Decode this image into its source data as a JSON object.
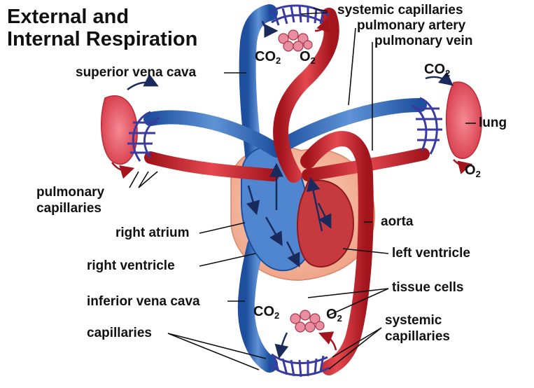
{
  "title": {
    "line1": "External and",
    "line2": "Internal Respiration"
  },
  "labels": {
    "systemic_capillaries_top": "systemic capillaries",
    "pulmonary_artery": "pulmonary artery",
    "pulmonary_vein": "pulmonary vein",
    "superior_vena_cava": "superior vena cava",
    "lung": "lung",
    "pulmonary_capillaries_1": "pulmonary",
    "pulmonary_capillaries_2": "capillaries",
    "right_atrium": "right atrium",
    "aorta": "aorta",
    "right_ventricle": "right ventricle",
    "left_ventricle": "left ventricle",
    "inferior_vena_cava": "inferior vena cava",
    "tissue_cells": "tissue cells",
    "capillaries": "capillaries",
    "systemic_capillaries_bottom_1": "systemic",
    "systemic_capillaries_bottom_2": "capillaries"
  },
  "gases": {
    "co2_base": "CO",
    "co2_sub": "2",
    "o2_base": "O",
    "o2_sub": "2"
  },
  "colors": {
    "oxygenated": "#c8242c",
    "deoxygenated": "#2c62b0",
    "capillary": "#3a3aa0",
    "lung": "#e4505e",
    "heart": "#f4b8a0",
    "tissue": "#e88ea0"
  }
}
